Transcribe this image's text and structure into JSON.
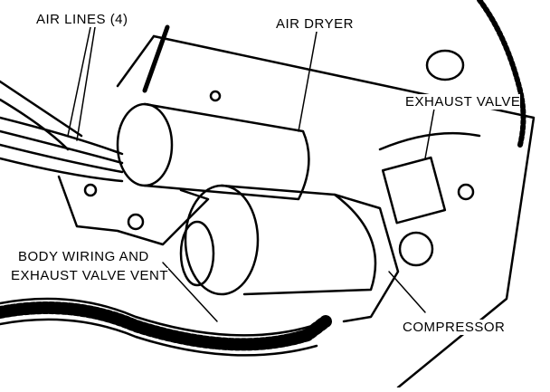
{
  "labels": {
    "air_lines": "AIR LINES (4)",
    "air_dryer": "AIR DRYER",
    "exhaust_valve": "EXHAUST VALVE",
    "body_wiring_line1": "BODY WIRING AND",
    "body_wiring_line2": "EXHAUST VALVE VENT",
    "compressor": "COMPRESSOR"
  },
  "colors": {
    "ink": "#000000",
    "paper": "#ffffff"
  }
}
